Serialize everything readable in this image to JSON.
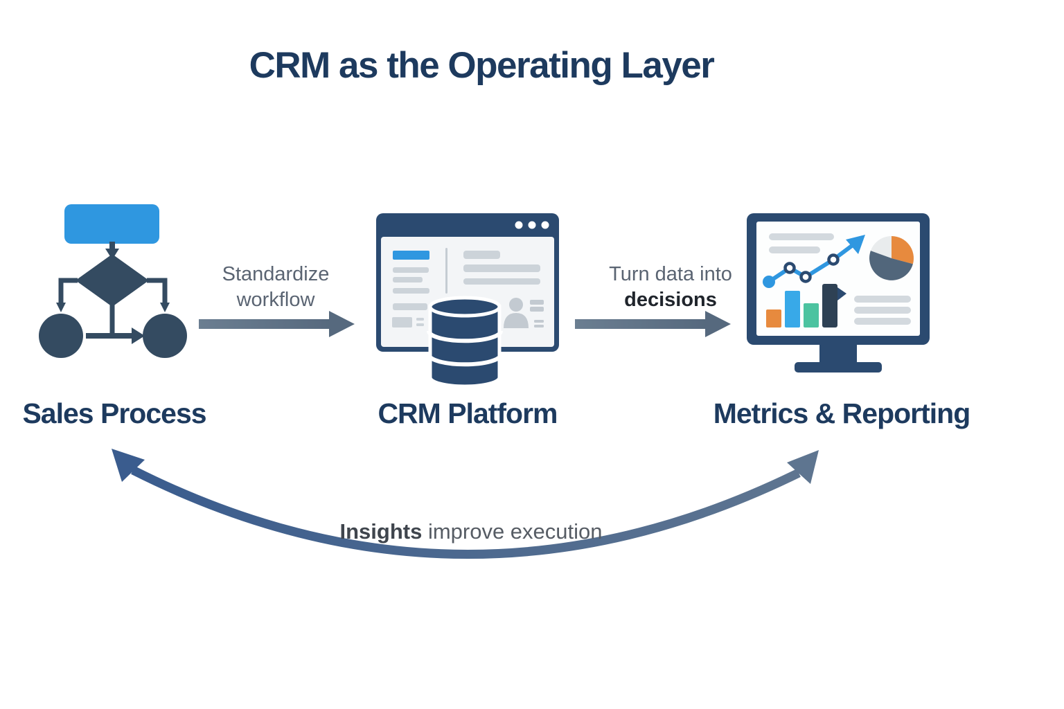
{
  "title": "CRM as the Operating Layer",
  "nodes": [
    {
      "id": "sales-process",
      "label": "Sales Process",
      "icon": "flowchart-icon"
    },
    {
      "id": "crm-platform",
      "label": "CRM Platform",
      "icon": "browser-database-icon"
    },
    {
      "id": "metrics-reporting",
      "label": "Metrics & Reporting",
      "icon": "dashboard-monitor-icon"
    }
  ],
  "connections": [
    {
      "from": "sales-process",
      "to": "crm-platform",
      "type": "straight-arrow",
      "label_line1": "Standardize",
      "label_line2": "workflow"
    },
    {
      "from": "crm-platform",
      "to": "metrics-reporting",
      "type": "straight-arrow",
      "label_line1": "Turn data into",
      "label_line2": "decisions"
    },
    {
      "from": "metrics-reporting",
      "to": "sales-process",
      "type": "feedback-curve",
      "label_bold": "Insights",
      "label_rest": " improve execution"
    }
  ],
  "colors": {
    "title_navy": "#1d3a5e",
    "icon_navy": "#2b4a70",
    "icon_slate": "#344b61",
    "accent_blue": "#2f97e0",
    "arrow_gray": "#5e7287",
    "label_gray": "#5a6472",
    "label_dark": "#20252c",
    "bar_teal": "#4cc3a0",
    "bar_orange": "#e78a3e",
    "pie_slate": "#51667b",
    "curve_left_blue": "#3a5c8e",
    "curve_right_slate": "#5e7590"
  }
}
